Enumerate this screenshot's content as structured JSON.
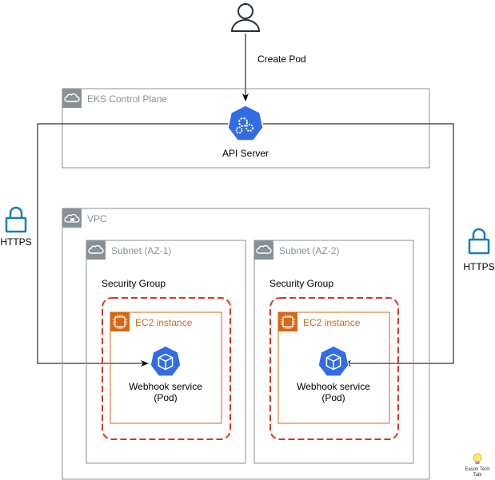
{
  "user": {
    "action_label": "Create Pod"
  },
  "control_plane": {
    "title": "EKS Control Plane",
    "api_server_label": "API Server"
  },
  "vpc": {
    "title": "VPC",
    "subnets": [
      {
        "title": "Subnet (AZ-1)",
        "security_group_label": "Security Group",
        "instance_label": "EC2 instance",
        "service_line1": "Webhook service",
        "service_line2": "(Pod)"
      },
      {
        "title": "Subnet (AZ-2)",
        "security_group_label": "Security Group",
        "instance_label": "EC2 instance",
        "service_line1": "Webhook service",
        "service_line2": "(Pod)"
      }
    ]
  },
  "connections": {
    "left_label": "HTTPS",
    "right_label": "HTTPS"
  },
  "watermark": {
    "line1": "Eason Tech",
    "line2": "Talk"
  },
  "colors": {
    "group_border": "#879196",
    "security_group_border": "#DD3522",
    "ec2_accent": "#D86613",
    "k8s_blue": "#326CE5",
    "lock_blue": "#147EBA"
  },
  "icons": {
    "user": "user-icon",
    "api_server": "kubernetes-api-icon",
    "pod": "kubernetes-pod-icon",
    "lock": "lock-icon",
    "cloud": "cloud-icon",
    "chip": "ec2-chip-icon"
  }
}
